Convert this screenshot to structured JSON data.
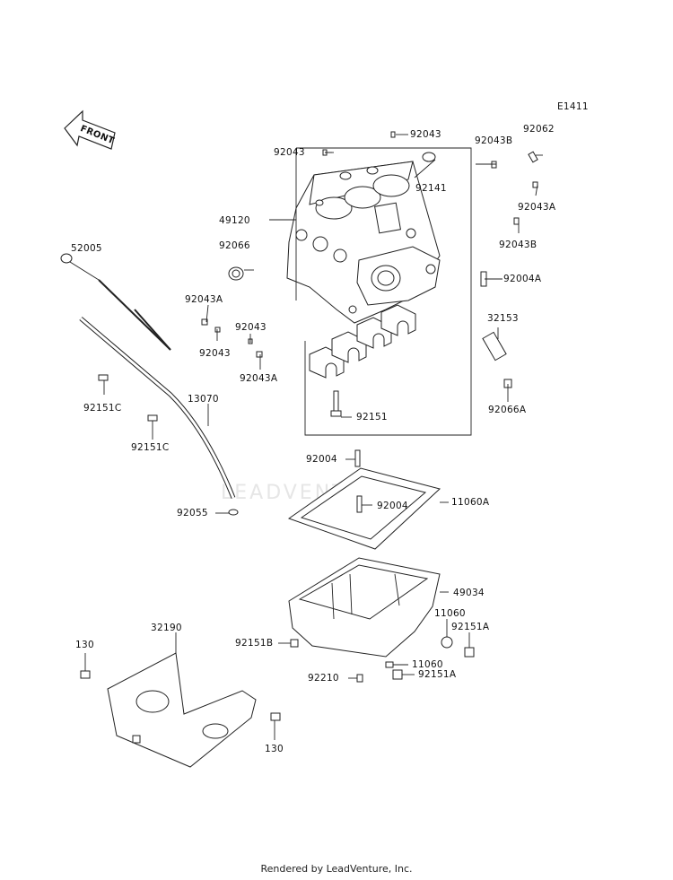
{
  "diagram_code": "E1411",
  "front_label": "FRONT",
  "watermark": "LEADVENTURE",
  "footer": "Rendered by LeadVenture, Inc.",
  "labels": {
    "p92043_top": "92043",
    "p92043_left": "92043",
    "p92043B_top": "92043B",
    "p92062": "92062",
    "p92141": "92141",
    "p49120": "49120",
    "p92043A_right": "92043A",
    "p92066": "92066",
    "p92043B_right": "92043B",
    "p52005": "52005",
    "p92004A": "92004A",
    "p92043A_left": "92043A",
    "p92043_mid": "92043",
    "p92043_lower": "92043",
    "p32153": "32153",
    "p92043A_lower": "92043A",
    "p92151C_a": "92151C",
    "p13070": "13070",
    "p92066A": "92066A",
    "p92151": "92151",
    "p92151C_b": "92151C",
    "p92004_a": "92004",
    "p92004_b": "92004",
    "p11060A": "11060A",
    "p92055": "92055",
    "p49034": "49034",
    "p11060_a": "11060",
    "p32190": "32190",
    "p92151A_a": "92151A",
    "p130_a": "130",
    "p92151B": "92151B",
    "p11060_b": "11060",
    "p92210": "92210",
    "p92151A_b": "92151A",
    "p130_b": "130"
  }
}
